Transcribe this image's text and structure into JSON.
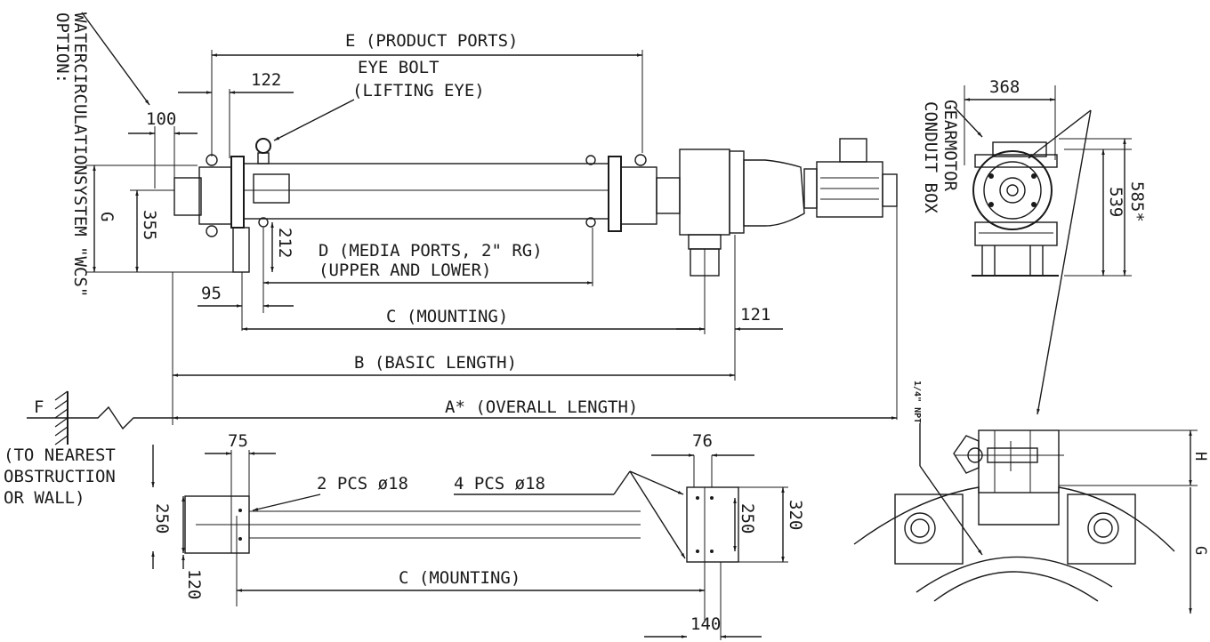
{
  "labels": {
    "option_line1": "OPTION:",
    "option_line2": "WATERCIRCULATIONSYSTEM \"WCS\"",
    "e_product_ports": "E (PRODUCT PORTS)",
    "eye_bolt": "EYE BOLT",
    "lifting_eye": "(LIFTING EYE)",
    "dim_122": "122",
    "dim_100": "100",
    "dim_g": "G",
    "dim_355": "355",
    "dim_212": "212",
    "d_media_ports": "D (MEDIA PORTS, 2\" RG)",
    "upper_lower": "(UPPER AND LOWER)",
    "dim_95": "95",
    "c_mounting_top": "C (MOUNTING)",
    "dim_121": "121",
    "b_basic_length": "B (BASIC LENGTH)",
    "a_overall_length": "A* (OVERALL LENGTH)",
    "f_label": "F",
    "to_nearest": "(TO NEAREST",
    "obstruction": "OBSTRUCTION",
    "or_wall": "OR WALL)",
    "dim_75": "75",
    "dim_250_left": "250",
    "dim_120": "120",
    "two_pcs": "2 PCS ø18",
    "four_pcs": "4 PCS ø18",
    "dim_76": "76",
    "dim_250_right": "250",
    "dim_320": "320",
    "c_mounting_bottom": "C (MOUNTING)",
    "dim_140": "140",
    "dim_368": "368",
    "gearmotor": "GEARMOTOR",
    "conduit_box": "CONDUIT BOX",
    "dim_539": "539",
    "dim_585": "585*",
    "npt": "1/4\" NPT",
    "dim_h": "H",
    "dim_g_detail": "G"
  }
}
